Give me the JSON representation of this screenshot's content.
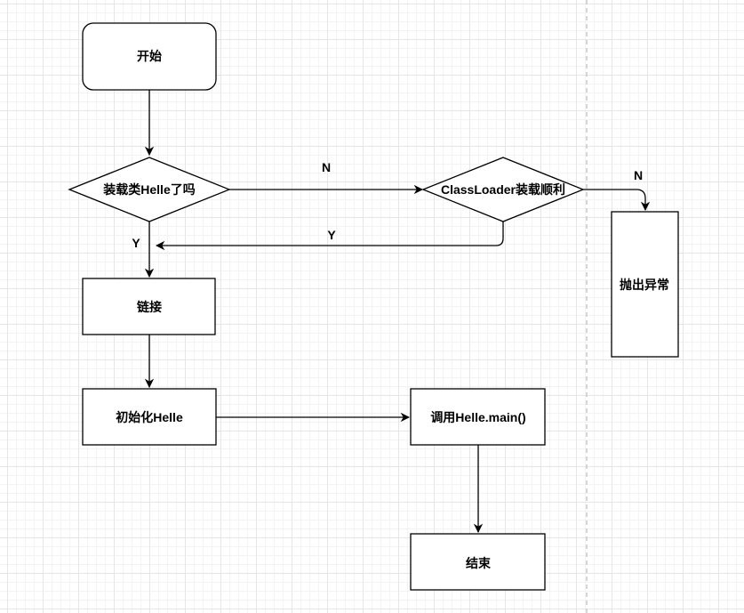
{
  "nodes": {
    "start": "开始",
    "decision_loaded": "装载类Helle了吗",
    "decision_classloader": "ClassLoader装载顺利",
    "link": "链接",
    "init": "初始化Helle",
    "call_main": "调用Helle.main()",
    "end": "结束",
    "throw_exception": "抛出异常"
  },
  "edge_labels": {
    "loaded_no": "N",
    "classloader_yes": "Y",
    "loaded_yes": "Y",
    "classloader_no": "N"
  },
  "colors": {
    "stroke": "#000000",
    "fill": "#ffffff",
    "divider": "#c8c8c8"
  }
}
